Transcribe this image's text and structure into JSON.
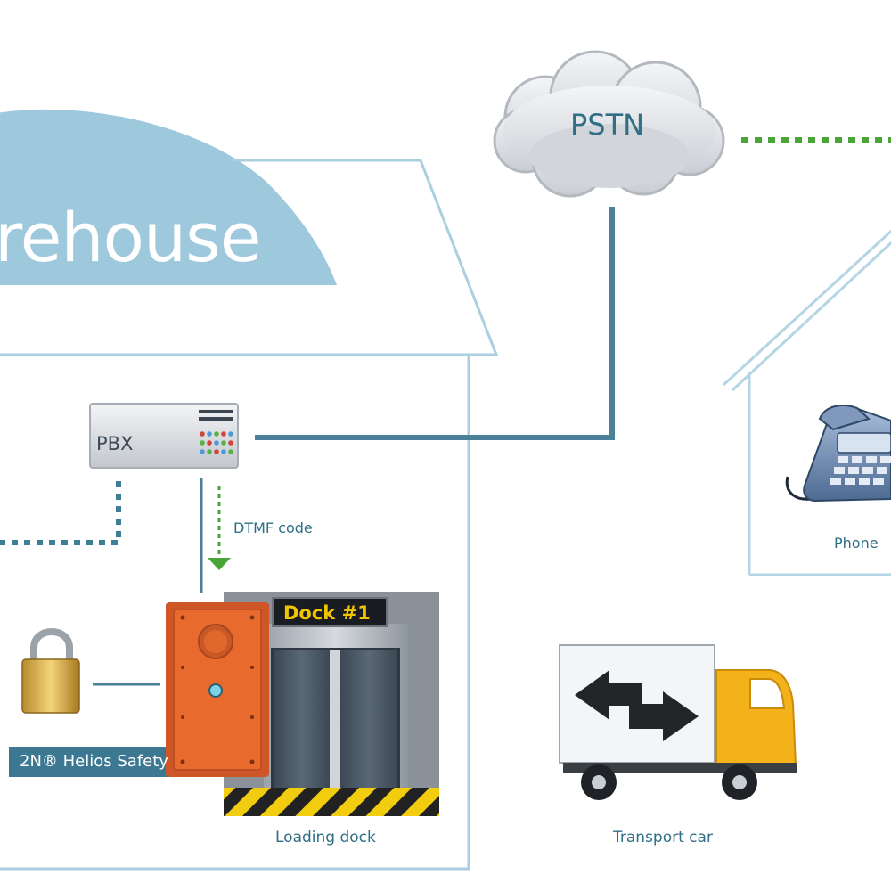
{
  "labels": {
    "warehouse": "rehouse",
    "pstn": "PSTN",
    "pbx": "PBX",
    "dtmf": "DTMF code",
    "phone": "Phone",
    "dock_sign": "Dock #1",
    "helios": "2N® Helios Safety",
    "loading_dock": "Loading dock",
    "transport_car": "Transport car"
  },
  "colors": {
    "building_outline": "#a9cfe0",
    "warehouse_dome": "#9ec8dc",
    "solid_connection": "#4a8198",
    "dotted_connection": "#3f7f96",
    "dtmf_arrow": "#49a535",
    "remote_link": "#49a535",
    "intercom": "#e3652a",
    "truck_cab": "#f4b21a",
    "text": "#2e6f86"
  },
  "icons": [
    "cloud-icon",
    "pbx-icon",
    "desk-phone-icon",
    "padlock-icon",
    "intercom-icon",
    "elevator-door-icon",
    "truck-icon",
    "double-arrow-icon"
  ]
}
